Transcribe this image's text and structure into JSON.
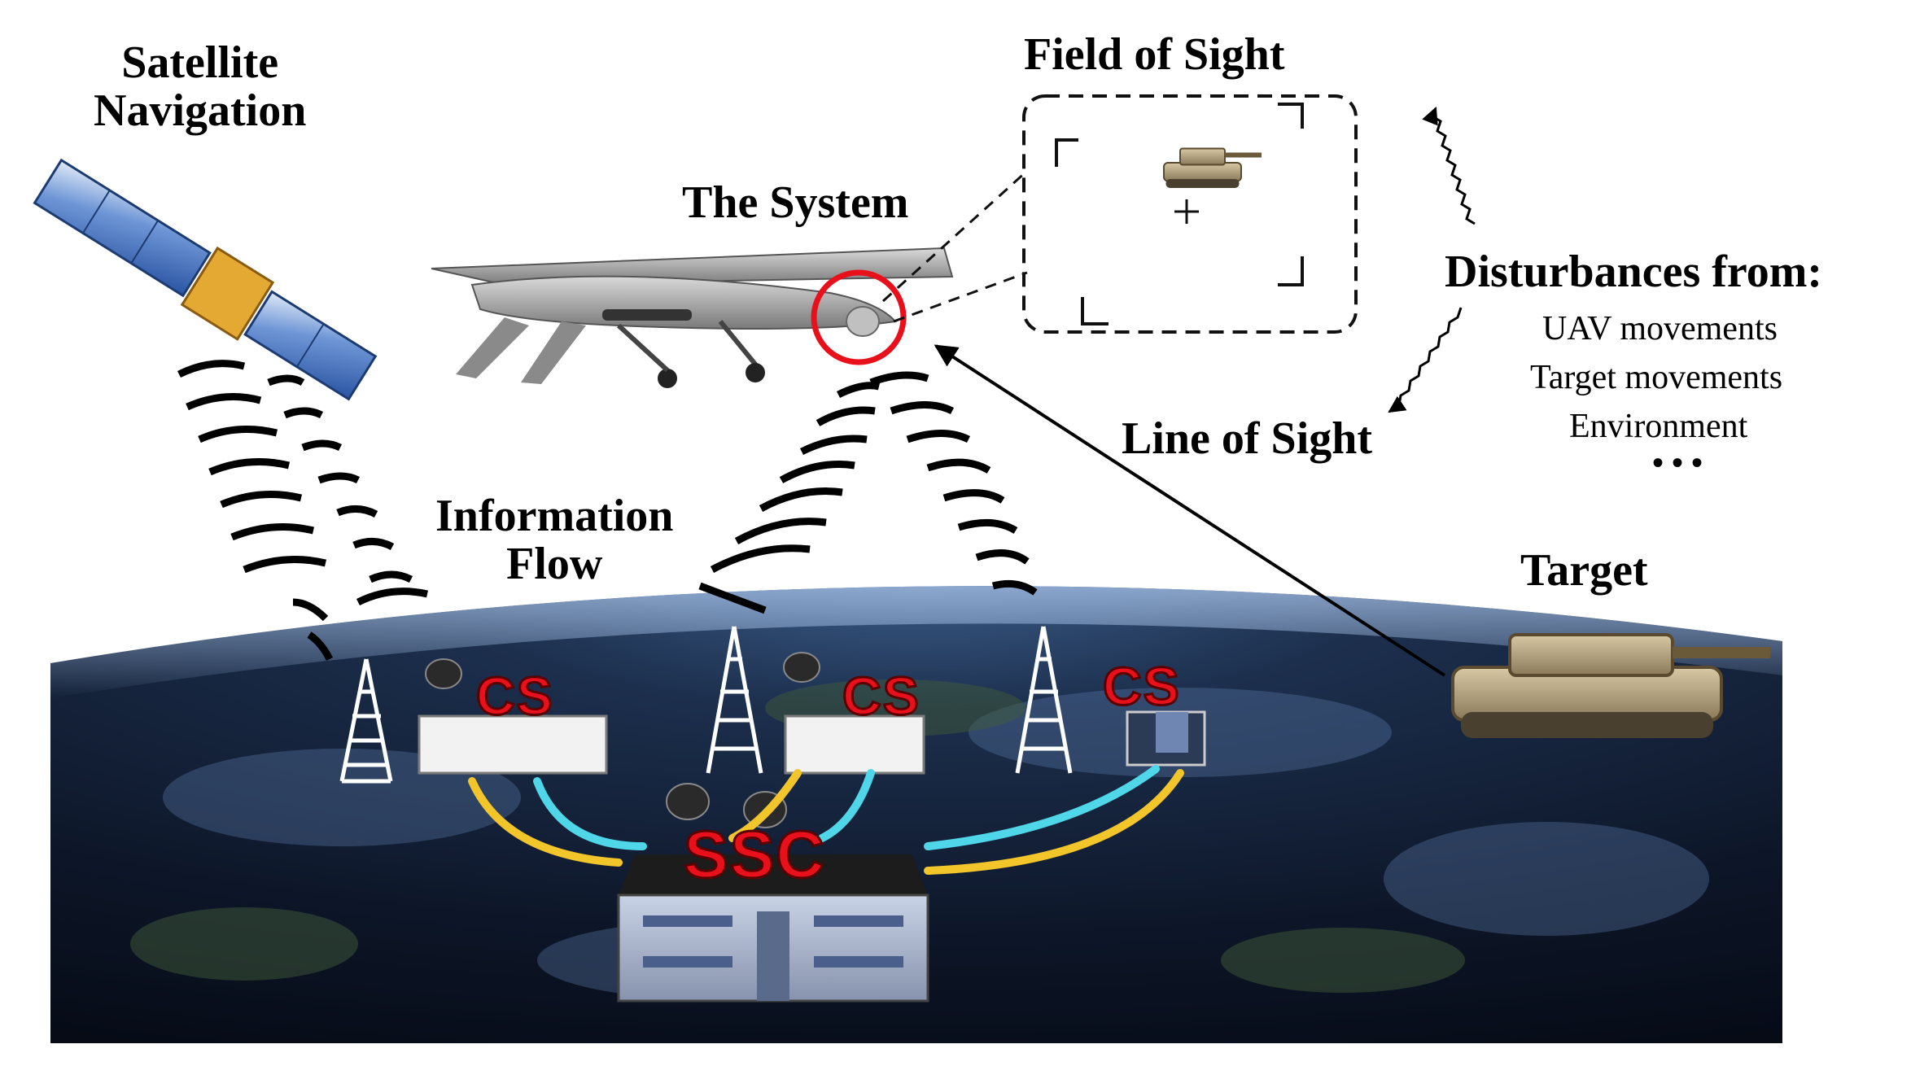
{
  "labels": {
    "satellite": "Satellite\nNavigation",
    "system": "The System",
    "field_of_sight": "Field of Sight",
    "disturbances_title": "Disturbances from:",
    "disturbances": [
      "UAV movements",
      "Target movements",
      "Environment"
    ],
    "ellipsis": "• • •",
    "line_of_sight": "Line of Sight",
    "information_flow": "Information\nFlow",
    "target": "Target"
  },
  "stations": {
    "cs": [
      "CS",
      "CS",
      "CS"
    ],
    "ssc": "SSC"
  },
  "colors": {
    "station_text": "#e8101b",
    "highlight_circle": "#e8101b",
    "earth_dark": "#0f1a2c",
    "earth_horizon": "#6f8fbf",
    "wave_yellow": "#f2c52b",
    "wave_cyan": "#4fd6e8"
  },
  "icons": [
    "satellite-icon",
    "uav-drone-icon",
    "tank-icon",
    "radio-tower-icon",
    "satellite-dish-icon",
    "building-icon"
  ]
}
